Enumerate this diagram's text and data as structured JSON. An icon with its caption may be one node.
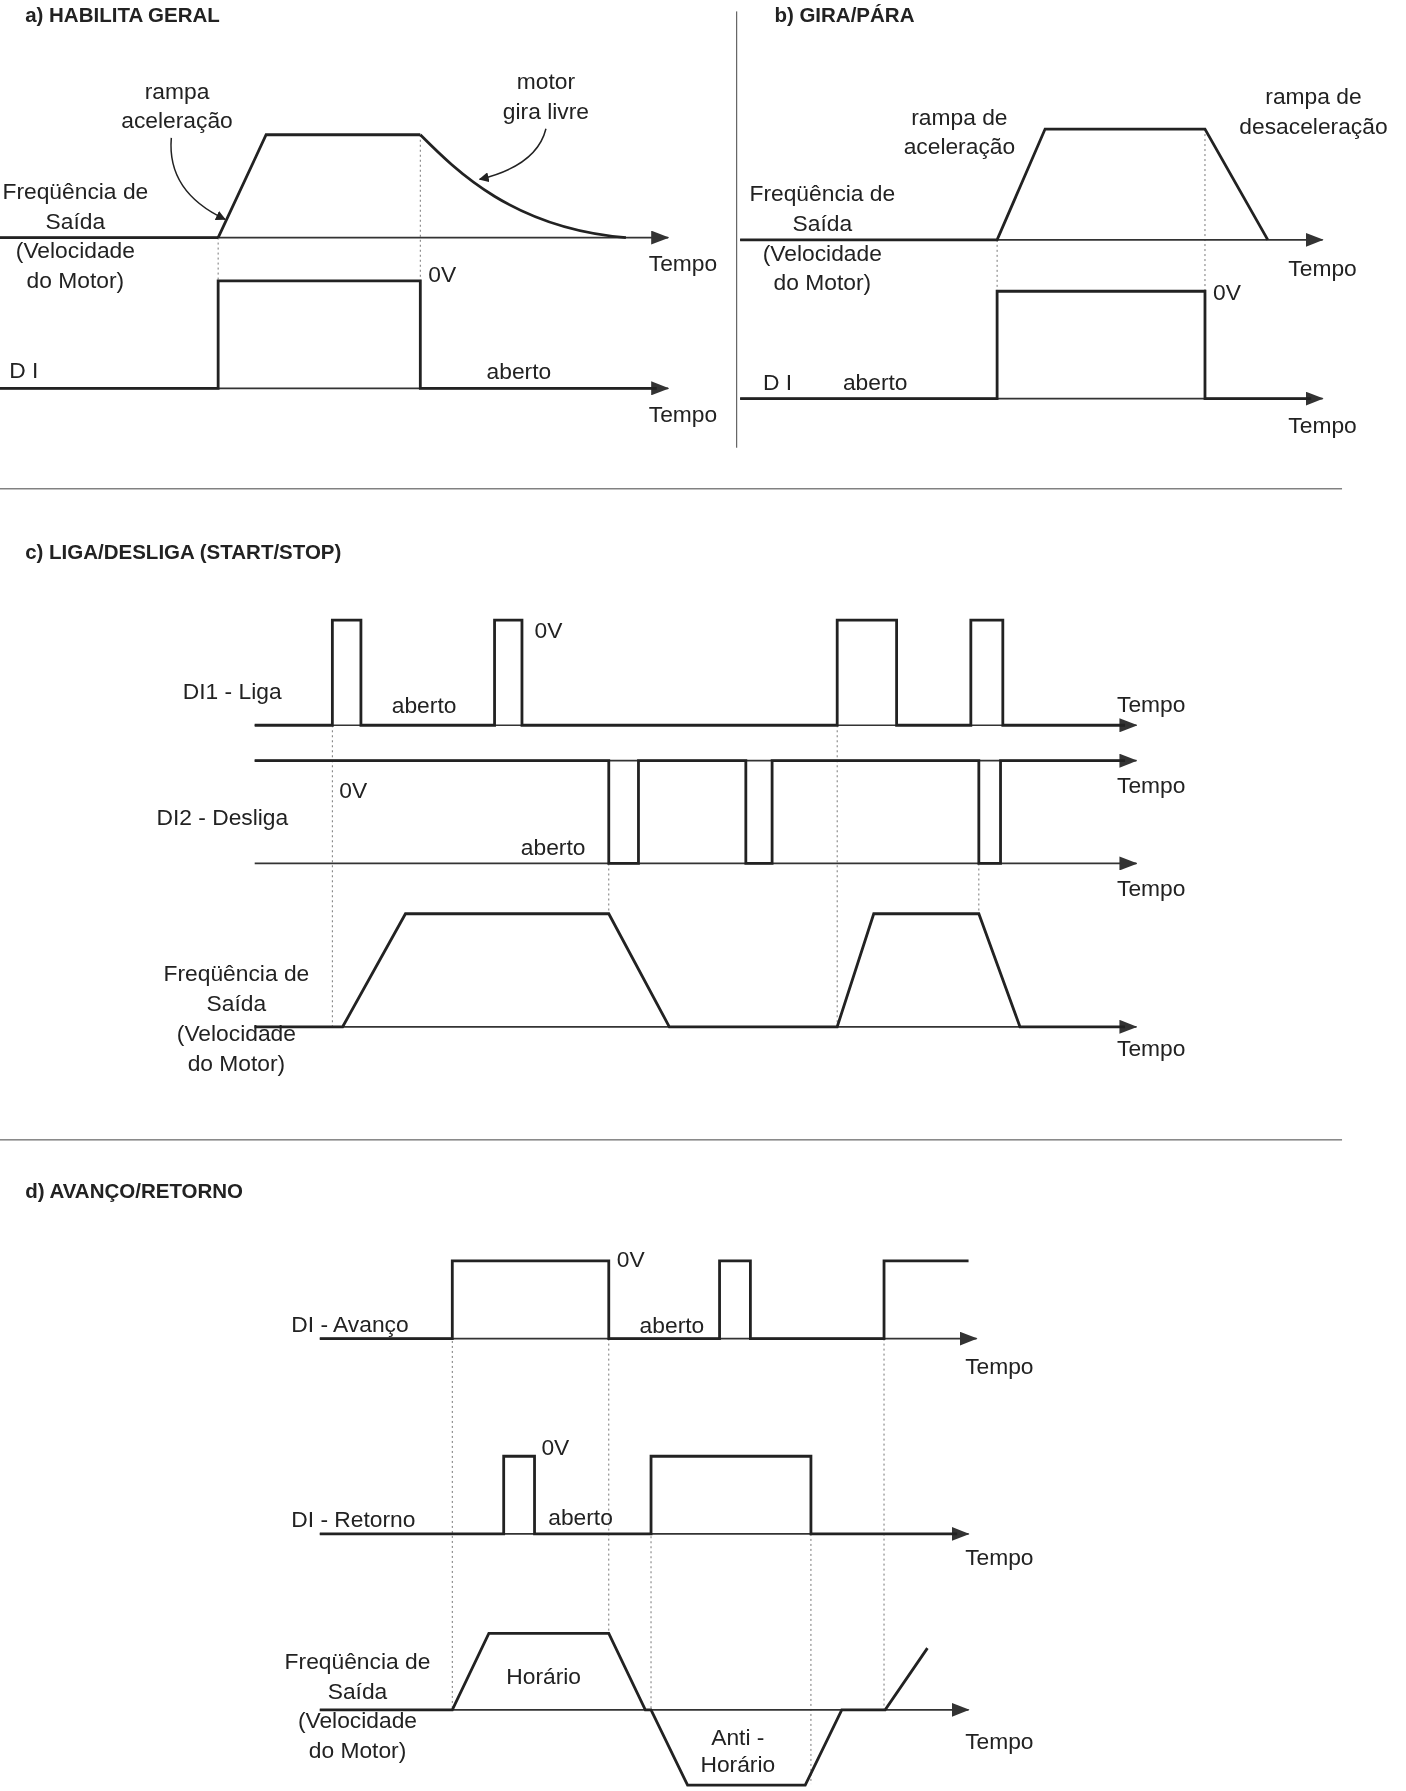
{
  "diagram": {
    "nodes": [
      {
        "text": [
          "rampa aceleração"
        ]
      },
      {
        "text": [
          "motor gira livre"
        ]
      },
      {
        "text": [],
        "shape": "line"
      },
      {
        "text": [],
        "shape": "line"
      }
    ],
    "edges": [
      {
        "from": 0,
        "to": 2,
        "arrow": "to"
      },
      {
        "from": 1,
        "to": 3,
        "arrow": "to"
      }
    ],
    "labels": [
      "a) HABILITA GERAL",
      "b) GIRA/PÁRA",
      "rampa de aceleração",
      "rampa de desaceleração",
      "Freqüência de Saída (Velocidade do Motor)",
      "Tempo",
      "0V",
      "Freqüência de Saída (Velocidade do Motor)",
      "Tempo",
      "0V",
      "D I",
      "aberto",
      "Tempo",
      "D I",
      "aberto",
      "Tempo",
      "c) LIGA/DESLIGA (START/STOP)",
      "0V",
      "DI1 - Liga",
      "aberto",
      "Tempo",
      "0V",
      "Tempo",
      "DI2 - Desliga",
      "aberto",
      "Tempo",
      "Freqüência de Saída (Velocidade do Motor)",
      "Tempo",
      "d) AVANÇO/RETORNO",
      "0V",
      "DI - Avanço",
      "aberto",
      "Tempo",
      "0V",
      "DI - Retorno",
      "aberto",
      "Tempo",
      "Freqüência de Saída (Velocidade do Motor)",
      "Horário",
      "Tempo",
      "Anti - Horário"
    ]
  }
}
